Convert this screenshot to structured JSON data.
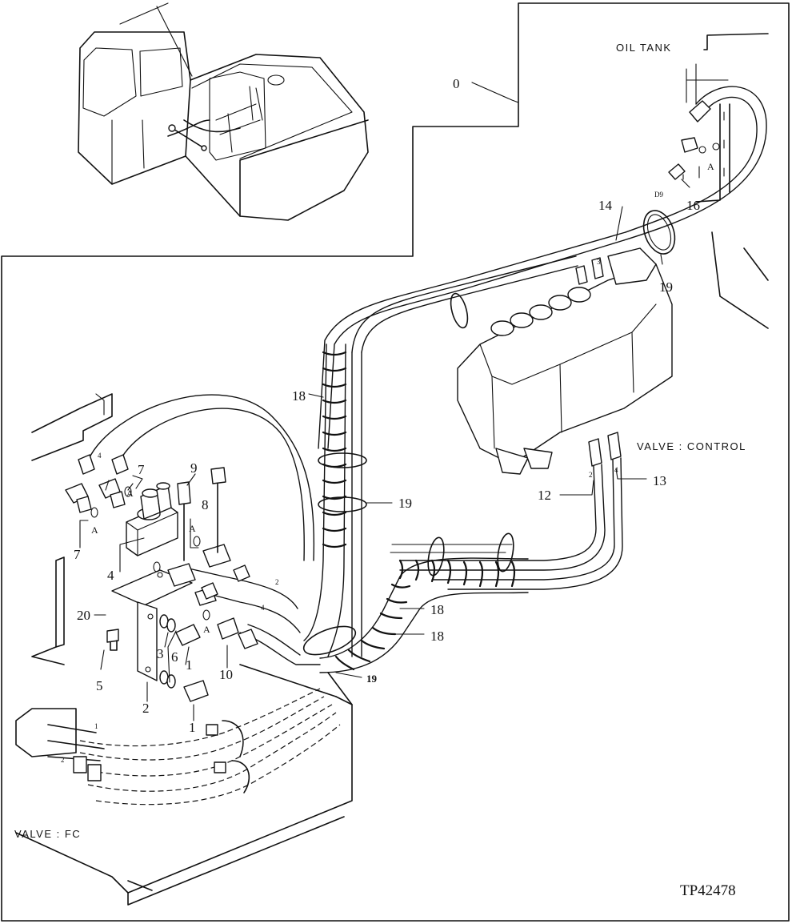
{
  "labels": {
    "oil_tank": "OIL TANK",
    "valve_control": "VALVE : CONTROL",
    "valve_fc": "VALVE : FC",
    "figure_code": "TP42478"
  },
  "callouts": {
    "c0": "0",
    "c1a": "1",
    "c1b": "1",
    "c2": "2",
    "c3": "3",
    "c4": "4",
    "c5": "5",
    "c6": "6",
    "c7a": "7",
    "c7b": "7",
    "c8": "8",
    "c9": "9",
    "c10": "10",
    "c12": "12",
    "c13": "13",
    "c14": "14",
    "c16": "16",
    "c18a": "18",
    "c18b": "18",
    "c18c": "18",
    "c19a": "19",
    "c19b": "19",
    "c19c": "19",
    "c20": "20"
  },
  "marks": {
    "a1": "A",
    "a2": "A",
    "a3": "A",
    "a4": "A",
    "a5": "A",
    "d9": "D9",
    "p1": "1",
    "p2": "2",
    "p3": "3",
    "p4": "4",
    "h2": "2",
    "h4": "4",
    "n2": "2",
    "n4": "4"
  }
}
